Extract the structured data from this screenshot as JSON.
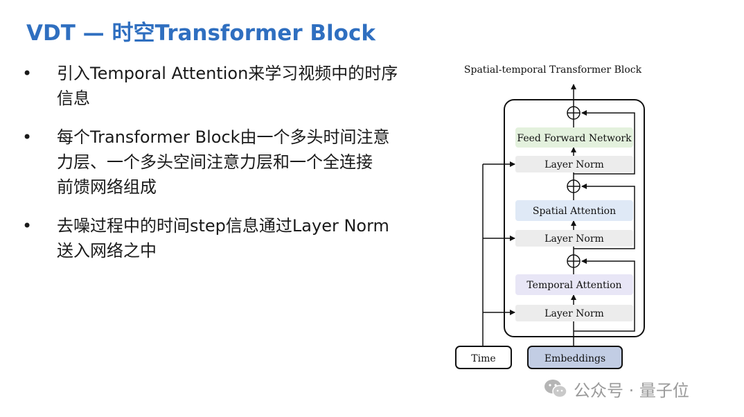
{
  "slide": {
    "title": "VDT — 时空Transformer Block",
    "bullets": [
      {
        "line1": "引入Temporal Attention来学习视频中的时序",
        "line2": "信息"
      },
      {
        "line1": "每个Transformer Block由一个多头时间注意",
        "line2": "力层、一个多头空间注意力层和一个全连接",
        "line3": "前馈网络组成"
      },
      {
        "line1": "去噪过程中的时间step信息通过Layer Norm",
        "line2": "送入网络之中"
      }
    ]
  },
  "diagram": {
    "title": "Spatial-temporal Transformer Block",
    "blocks": {
      "ffn": "Feed Forward Network",
      "ln3": "Layer Norm",
      "spatial": "Spatial Attention",
      "ln2": "Layer Norm",
      "temporal": "Temporal Attention",
      "ln1": "Layer Norm",
      "time": "Time",
      "embeddings": "Embeddings"
    },
    "colors": {
      "ffn": "#e3f1dd",
      "spatial": "#dfe9f6",
      "temporal": "#e8e6f6",
      "norm": "#ececec",
      "embeddings": "#c2cde4",
      "title": "#2f6fc0"
    }
  },
  "watermark": {
    "text": "公众号 · 量子位",
    "icon": "wechat-icon"
  }
}
